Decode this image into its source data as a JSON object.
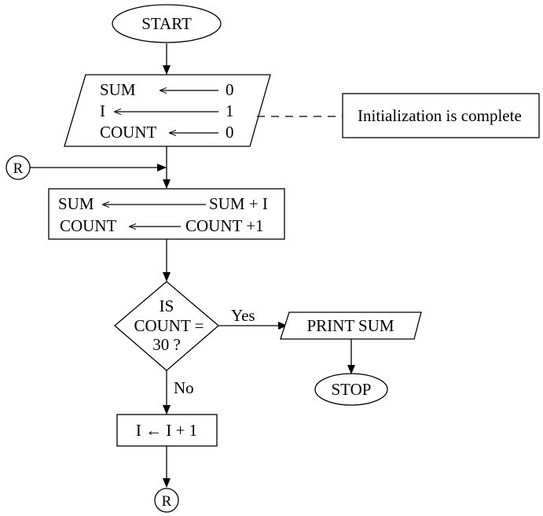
{
  "flowchart": {
    "start": "START",
    "init": {
      "row1_var": "SUM",
      "row1_val": "0",
      "row2_var": "I",
      "row2_val": "1",
      "row3_var": "COUNT",
      "row3_val": "0"
    },
    "annotation": "Initialization is complete",
    "connector_in": "R",
    "process": {
      "row1_left": "SUM",
      "row1_right": "SUM + I",
      "row2_left": "COUNT",
      "row2_right": "COUNT +1"
    },
    "decision": {
      "line1": "IS",
      "line2": "COUNT =",
      "line3": "30 ?"
    },
    "yes_label": "Yes",
    "no_label": "No",
    "print": "PRINT  SUM",
    "stop": "STOP",
    "increment": "I ← I + 1",
    "connector_out": "R"
  }
}
